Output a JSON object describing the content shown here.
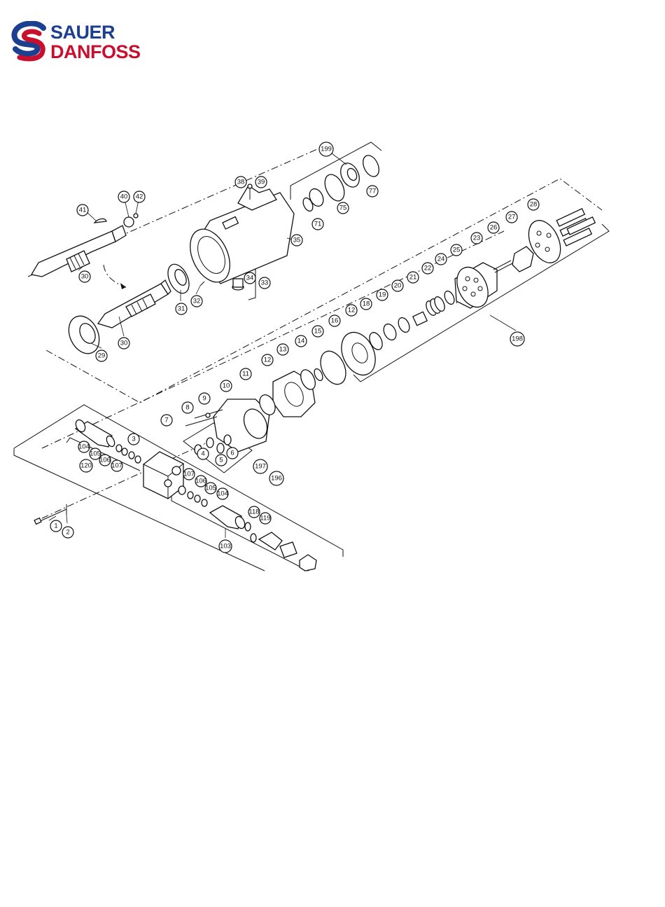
{
  "brand": {
    "line1": "SAUER",
    "line2": "DANFOSS",
    "colors": {
      "blue": "#1d3f8f",
      "red": "#c8102e"
    }
  },
  "callouts": [
    "199",
    "38",
    "39",
    "77",
    "75",
    "71",
    "40",
    "42",
    "41",
    "35",
    "30",
    "34",
    "33",
    "28",
    "27",
    "26",
    "23",
    "25",
    "32",
    "31",
    "24",
    "22",
    "21",
    "20",
    "19",
    "18",
    "12",
    "16",
    "198",
    "15",
    "14",
    "13",
    "29",
    "11",
    "10",
    "9",
    "8",
    "7",
    "3",
    "4",
    "5",
    "6",
    "197",
    "104",
    "105",
    "106",
    "107",
    "120",
    "196",
    "1",
    "2",
    "103",
    "118",
    "119"
  ]
}
